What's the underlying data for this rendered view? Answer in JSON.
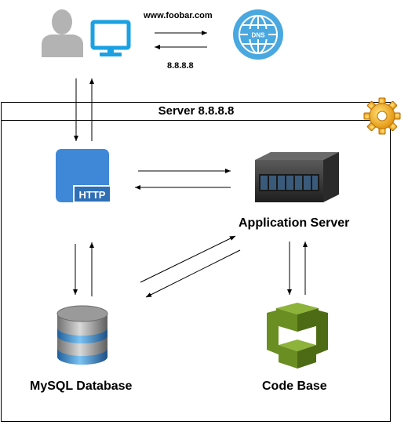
{
  "domain_label": "www.foobar.com",
  "ip_label": "8.8.8.8",
  "server": {
    "title": "Server 8.8.8.8"
  },
  "dns_icon_text": "DNS",
  "http_icon_text": "HTTP",
  "nodes": {
    "app_server": "Application Server",
    "database": "MySQL Database",
    "code_base": "Code Base"
  },
  "colors": {
    "user": "#b3b3b3",
    "monitor": "#1ba1e2",
    "dns": "#4aa8e0",
    "http": "#3f88d8",
    "db_blue": "#3a87c6",
    "code": "#6b8e23",
    "gear": "#f0a30a"
  },
  "icons": [
    "user-icon",
    "monitor-icon",
    "dns-icon",
    "gear-icon",
    "http-icon",
    "server-icon",
    "database-icon",
    "code-base-icon"
  ]
}
